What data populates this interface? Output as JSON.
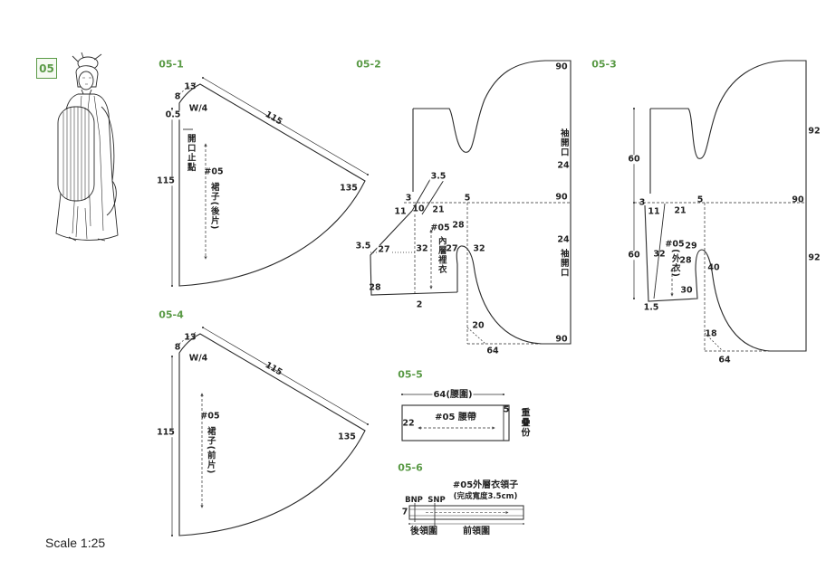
{
  "figure_tag": "05",
  "scale": "Scale 1:25",
  "colors": {
    "accent": "#5a9a46",
    "line": "#2b2b2b"
  },
  "illustration": {
    "icon": "lady-figure-illustration"
  },
  "panel_05_1": {
    "title": "05-1",
    "waist_arc": "13",
    "side_top": "8",
    "waist_formula": "W/4",
    "offset": "0.5",
    "diagonal_length": "115",
    "opening_stop": "開口止點",
    "center_length": "115",
    "piece_code": "#05",
    "piece_name": "裙子(後片)",
    "hem_width": "135"
  },
  "panel_05_4": {
    "title": "05-4",
    "waist_arc": "13",
    "side_top": "8",
    "waist_formula": "W/4",
    "diagonal_length": "115",
    "center_length": "115",
    "piece_code": "#05",
    "piece_name": "裙子(前片)",
    "hem_width": "135"
  },
  "panel_05_2": {
    "title": "05-2",
    "sleeve_top": "90",
    "sleeve_opening_upper": "袖開口",
    "sleeve_opening_upper_length": "24",
    "collar_top": "3.5",
    "neck_drop": "3",
    "shoulder_offset": "5",
    "sleeve_mid": "90",
    "front_neck": "11",
    "collar_width": "10",
    "shoulder_width": "21",
    "armhole": "28",
    "piece_code": "#05",
    "piece_name": "內層裡衣",
    "sleeve_opening_lower_length": "24",
    "sleeve_opening_lower": "袖開口",
    "side_extension": "3.5",
    "front_hem_line": "27",
    "center_front": "32",
    "side_seam": "27",
    "side_length": "32",
    "hem_width": "28",
    "hem_drop": "2",
    "underarm_depth": "20",
    "sleeve_bottom": "90",
    "sleeve_hem": "64"
  },
  "panel_05_3": {
    "title": "05-3",
    "sleeve_upper": "92",
    "upper_length": "60",
    "neck_drop": "3",
    "front_neck": "11",
    "shoulder_width": "21",
    "shoulder_offset": "5",
    "sleeve_mid": "90",
    "piece_code": "#05",
    "piece_name": "(外衣)",
    "side_seam": "29",
    "center_front": "32",
    "lower_length": "60",
    "armhole": "28",
    "side_length": "40",
    "sleeve_lower": "92",
    "hem_width": "30",
    "hem_drop": "1.5",
    "underarm_depth": "18",
    "sleeve_hem": "64"
  },
  "panel_05_5": {
    "title": "05-5",
    "waist": "64(腰圍)",
    "piece": "#05 腰帶",
    "length": "22",
    "width": "5",
    "overlap": "重疊份"
  },
  "panel_05_6": {
    "title": "05-6",
    "piece": "#05外層衣領子",
    "note": "(完成寬度3.5cm)",
    "bnp": "BNP",
    "snp": "SNP",
    "width": "7",
    "back_neck": "後領圍",
    "front_neck": "前領圍"
  }
}
